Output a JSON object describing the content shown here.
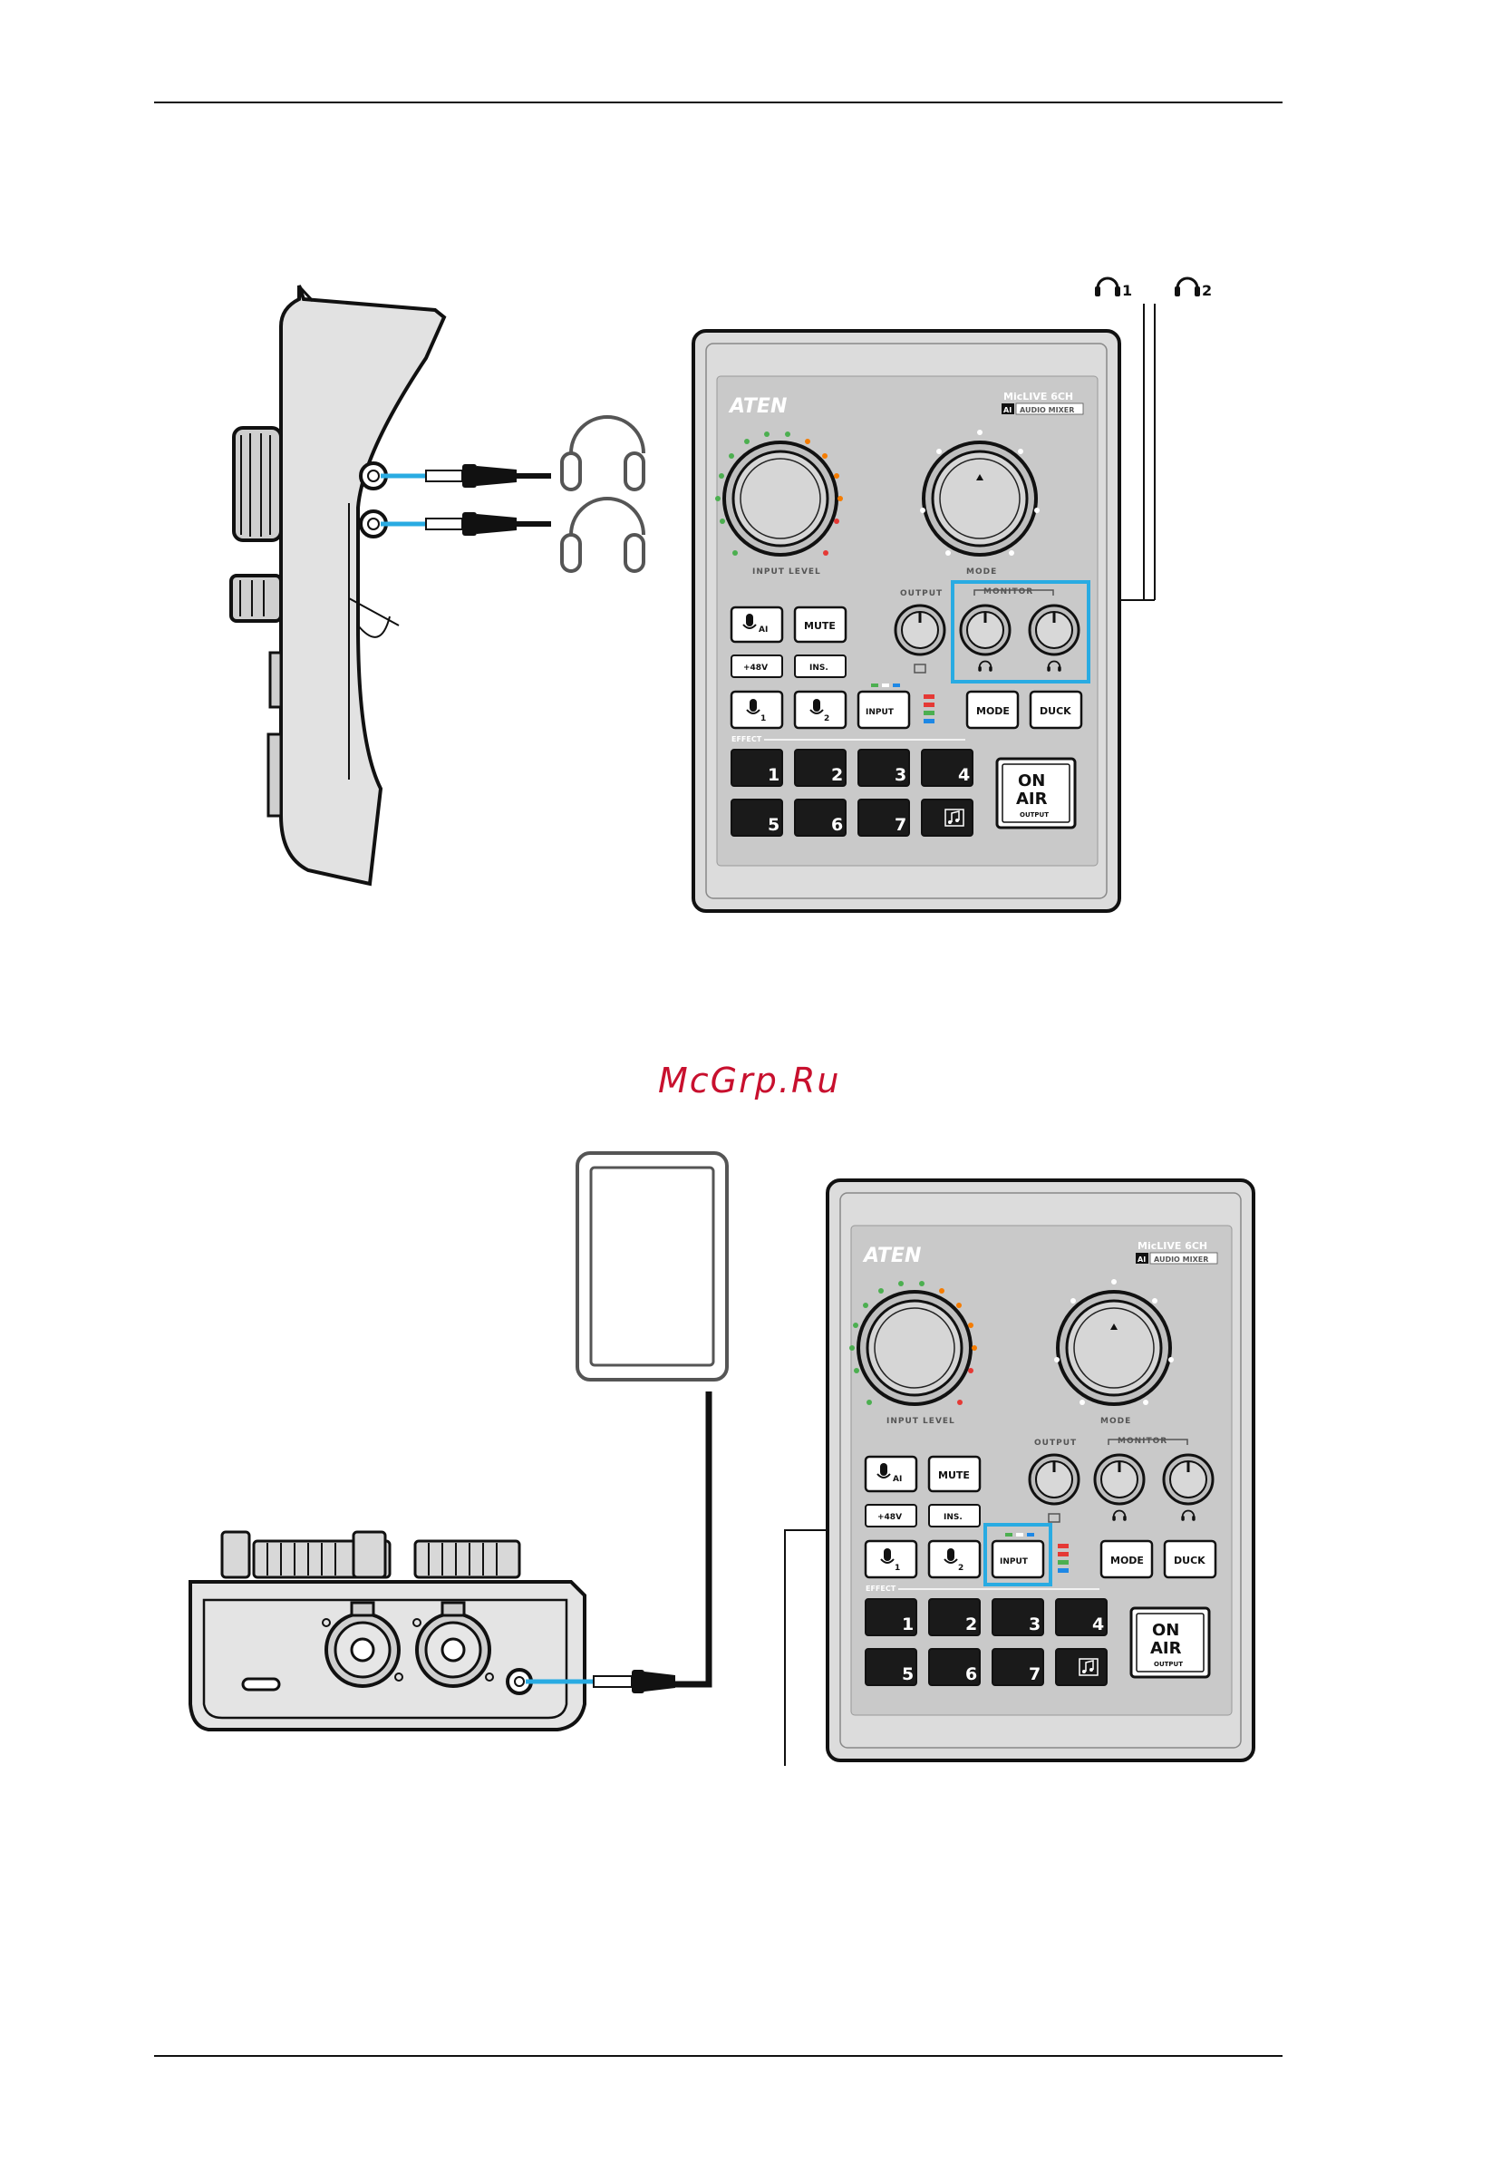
{
  "watermark": "McGrp.Ru",
  "colors": {
    "highlight": "#29abe2",
    "panel": "#dcdcdc",
    "panel_inner": "#c9c9c9",
    "pad": "#1a1a1a",
    "watermark": "#c8102e"
  },
  "headphone_labels": [
    "1",
    "2"
  ],
  "mixer": {
    "brand": "ATEN",
    "model": "MicLIVE 6CH",
    "ai_badge": "AI",
    "subtitle": "AUDIO MIXER",
    "input_level_label": "INPUT LEVEL",
    "mode_knob_label": "MODE",
    "output_label": "OUTPUT",
    "monitor_label": "MONITOR",
    "buttons": {
      "ai": "AI",
      "mute": "MUTE",
      "phantom": "+48V",
      "ins": "INS.",
      "input": "INPUT",
      "mode": "MODE",
      "duck": "DUCK"
    },
    "mic_buttons": [
      "1",
      "2"
    ],
    "effect_label": "EFFECT",
    "pads": [
      "1",
      "2",
      "3",
      "4",
      "5",
      "6",
      "7"
    ],
    "music_icon": "music-note-icon",
    "on_air": [
      "ON",
      "AIR"
    ],
    "on_air_sub": "OUTPUT"
  },
  "icons": {
    "headphones": "headphones-icon",
    "microphone": "microphone-icon",
    "tablet": "tablet-icon",
    "monitor": "monitor-icon"
  }
}
